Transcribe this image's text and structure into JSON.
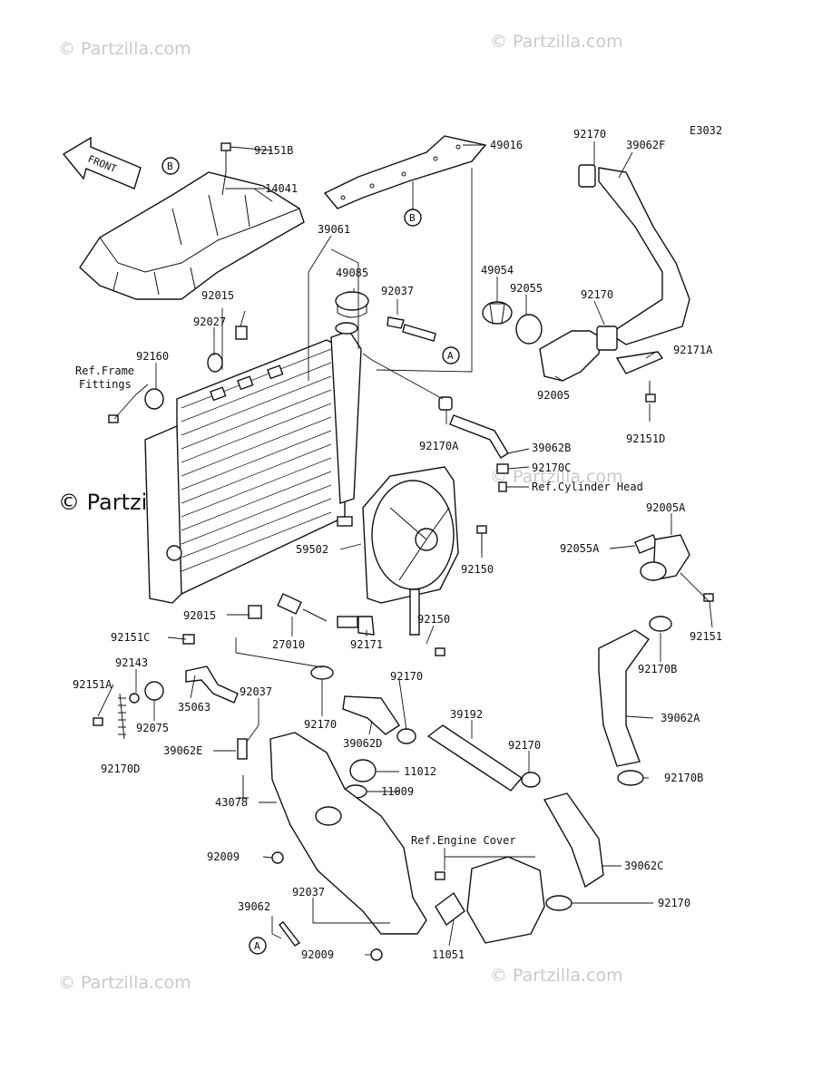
{
  "diagram_code": "E3032",
  "watermark": "© Partzilla.com",
  "front_label": "FRONT",
  "callouts": [
    "A",
    "B"
  ],
  "refs": {
    "frame_fittings": [
      "Ref.Frame",
      "Fittings"
    ],
    "cylinder_head": "Ref.Cylinder Head",
    "engine_cover": "Ref.Engine Cover"
  },
  "parts": {
    "p92151B": "92151B",
    "p14041": "14041",
    "p49016": "49016",
    "p92170_top": "92170",
    "p39062F": "39062F",
    "p39061": "39061",
    "p49085": "49085",
    "p92037_top": "92037",
    "p49054": "49054",
    "p92055": "92055",
    "p92170_mid": "92170",
    "p92015_top": "92015",
    "p92027": "92027",
    "p92160": "92160",
    "p92171A": "92171A",
    "p92005": "92005",
    "p92151D": "92151D",
    "p92170A": "92170A",
    "p39062B": "39062B",
    "p92170C": "92170C",
    "p92005A": "92005A",
    "p92055A": "92055A",
    "p59502": "59502",
    "p92150_top": "92150",
    "p92151": "92151",
    "p92015_low": "92015",
    "p92150_low": "92150",
    "p92151C": "92151C",
    "p27010": "27010",
    "p92171": "92171",
    "p92170B_top": "92170B",
    "p92143": "92143",
    "p92170_hose": "92170",
    "p92151A": "92151A",
    "p35063": "35063",
    "p92075": "92075",
    "p92037_low": "92037",
    "p92170_left": "92170",
    "p39192": "39192",
    "p92170_right": "92170",
    "p39062A": "39062A",
    "p39062E": "39062E",
    "p39062D": "39062D",
    "p11012": "11012",
    "p92170D": "92170D",
    "p11009": "11009",
    "p92170B_low": "92170B",
    "p43078": "43078",
    "p92009_top": "92009",
    "p39062C": "39062C",
    "p92037_bot": "92037",
    "p39062": "39062",
    "p92170_bot": "92170",
    "p92009_bot": "92009",
    "p11051": "11051"
  }
}
